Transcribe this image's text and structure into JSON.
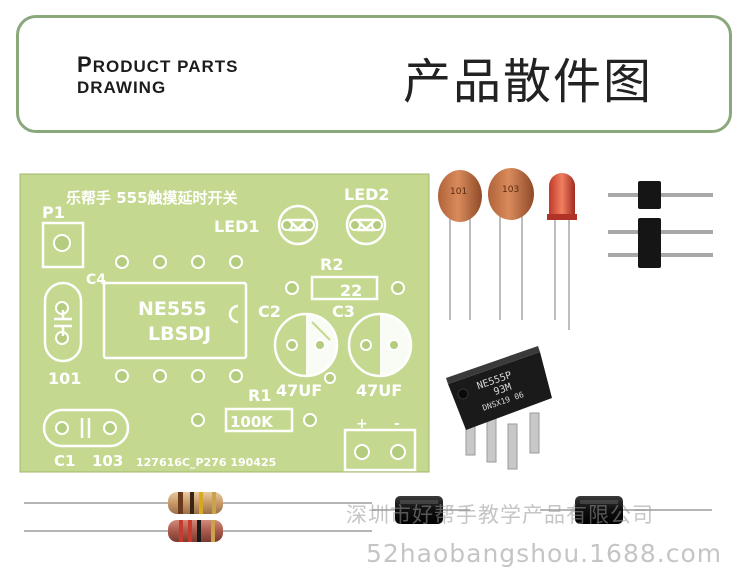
{
  "banner": {
    "title_en_line1_cap": "P",
    "title_en_line1_rest": "RODUCT PARTS",
    "title_en_line2": "DRAWING",
    "title_cn": "产品散件图"
  },
  "pcb": {
    "title": "乐帮手  555触摸延时开关",
    "p1": "P1",
    "led1": "LED1",
    "led2": "LED2",
    "c4": "C4",
    "ic_label1": "NE555",
    "ic_label2": "LBSDJ",
    "r2": "R2",
    "r2_value": "22",
    "c2": "C2",
    "c3": "C3",
    "c2_value": "47UF",
    "c3_value": "47UF",
    "c4_value": "101",
    "r1": "R1",
    "r1_value": "100K",
    "c1": "C1",
    "c1_value": "103",
    "serial": "127616C_P276  190425",
    "plus": "+",
    "minus": "-"
  },
  "parts": {
    "cap1_mark": "101",
    "cap2_mark": "103",
    "chip_line1": "NE555P",
    "chip_line2": "93M",
    "chip_line3": "DNSX19 06"
  },
  "watermark": {
    "cn": "深圳市好帮手教学产品有限公司",
    "url": "52haobangshou.1688.com"
  },
  "colors": {
    "pcb": "#c4d98f",
    "pcb_dark": "#a9c16f",
    "banner_border": "#8aa87c"
  }
}
